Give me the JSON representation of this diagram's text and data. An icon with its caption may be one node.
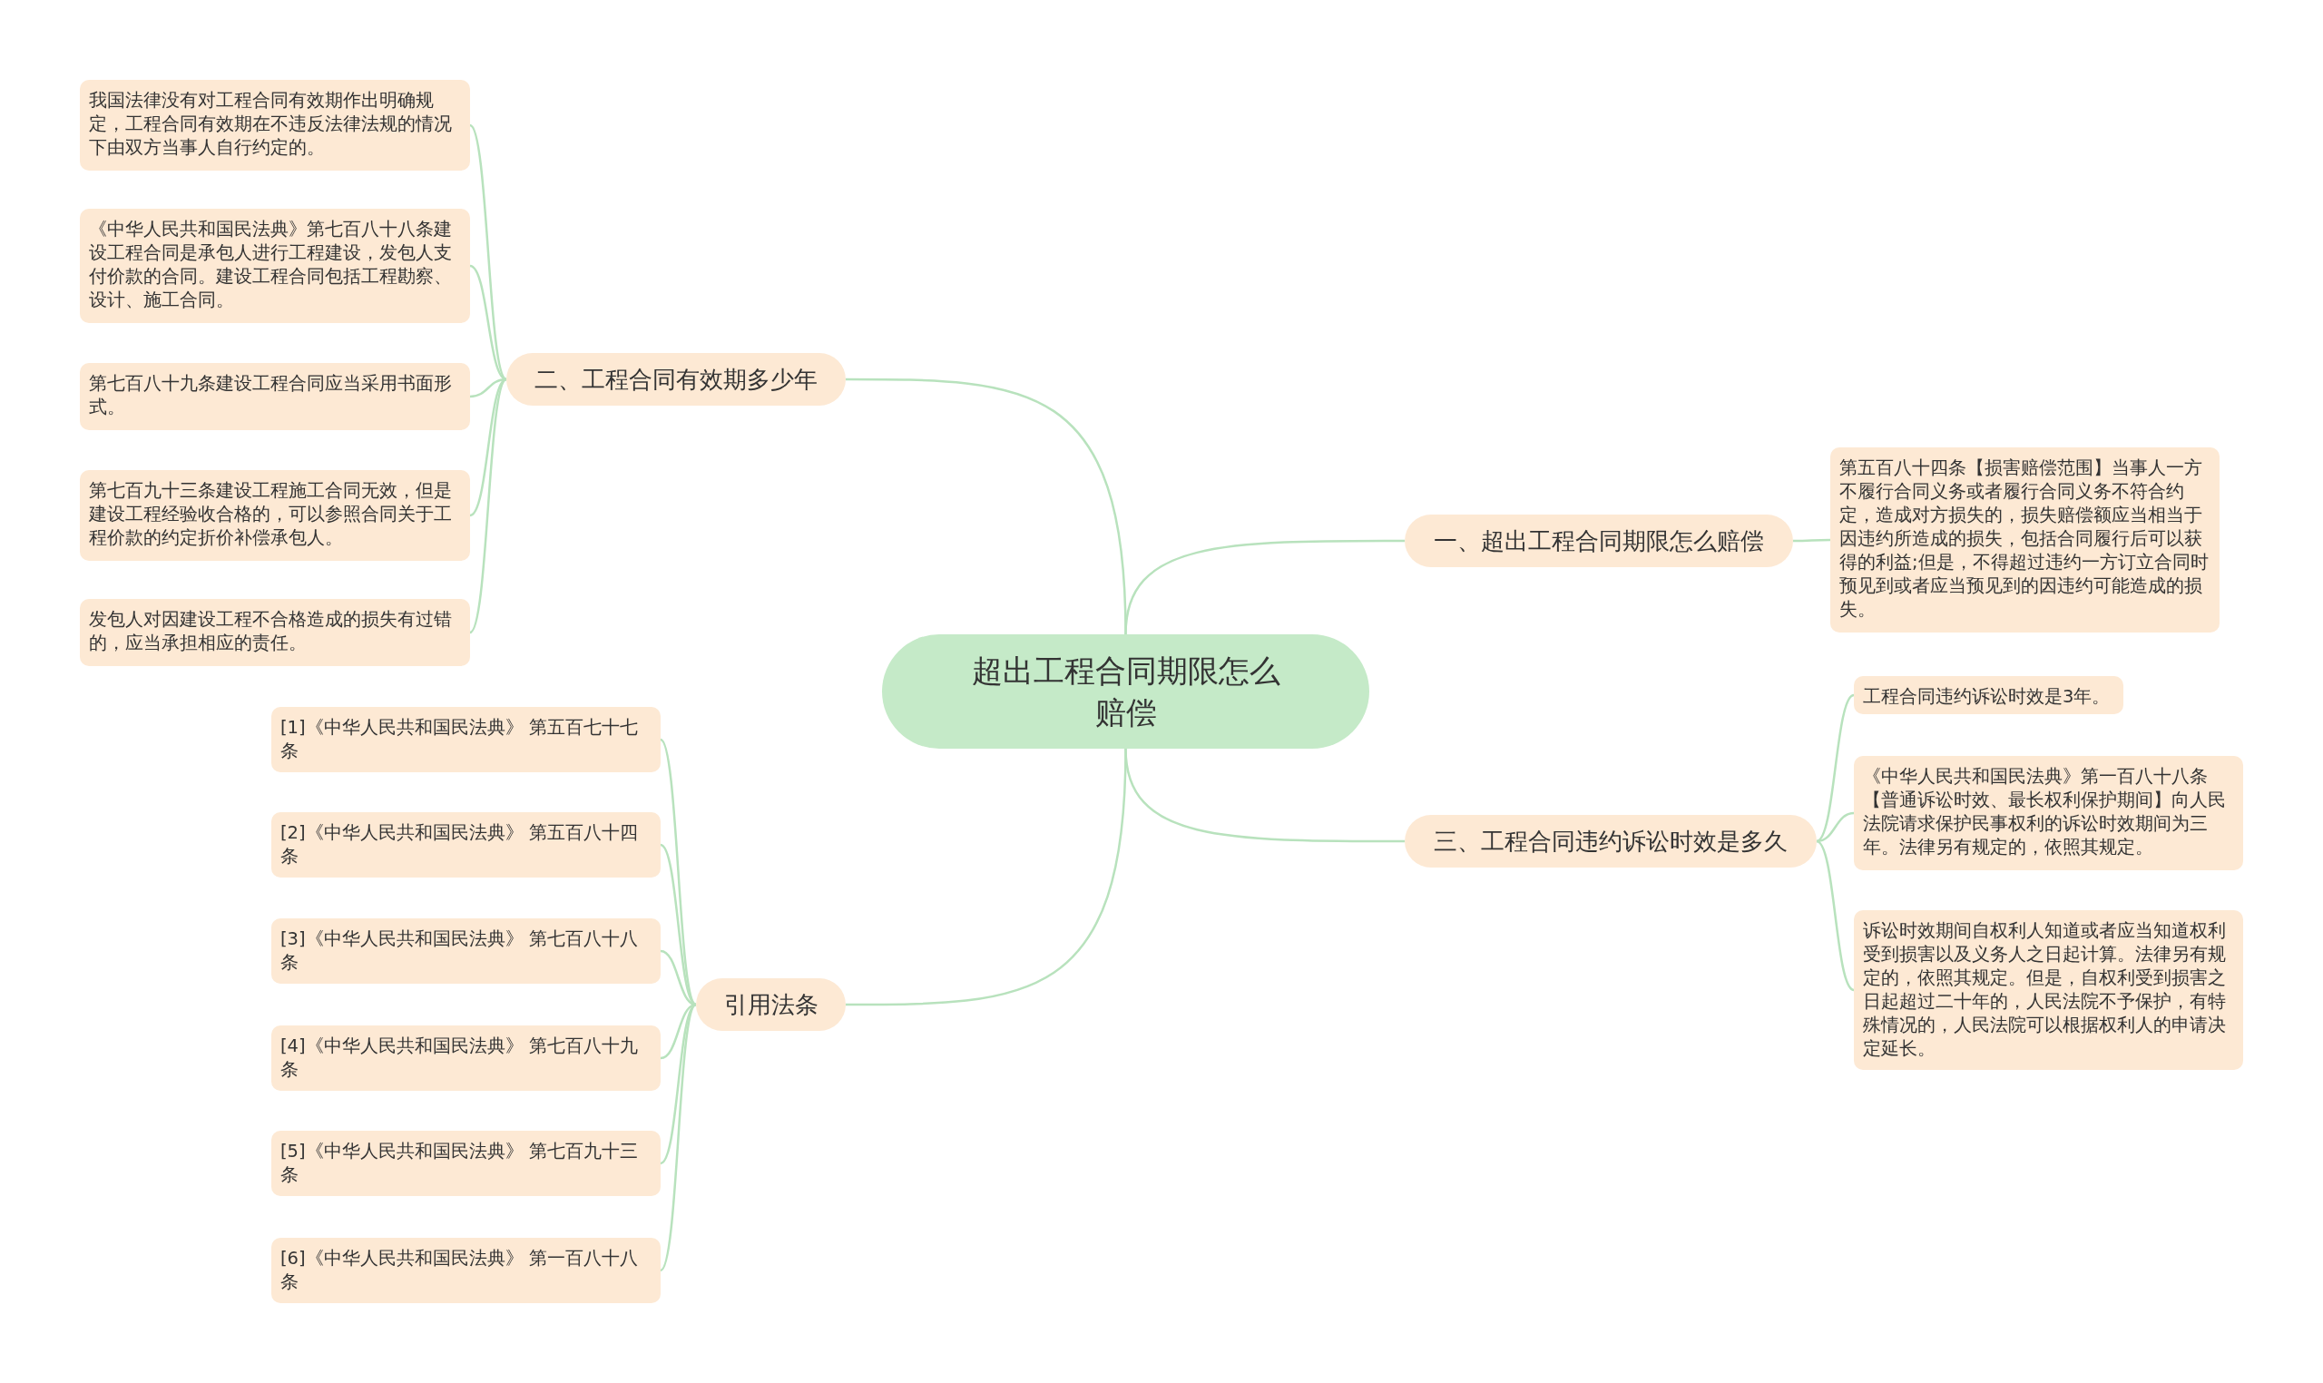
{
  "diagram": {
    "nodes": [
      {
        "text": [
          "超出工程合同期限怎么赔偿"
        ]
      },
      {
        "text": [
          "二、工程合同有效期多少年"
        ]
      },
      {
        "text": [
          "我国法律没有对工程合同有效期作出明确规定，工程合同有效期在不违反法律法规的情况下由双方当事人自行约定的。"
        ]
      },
      {
        "text": [
          "《中华人民共和国民法典》第七百八十八条建设工程合同是承包人进行工程建设，发包人支付价款的合同。建设工程合同包括工程勘察、设计、施工合同。"
        ]
      },
      {
        "text": [
          "第七百八十九条建设工程合同应当采用书面形式。"
        ]
      },
      {
        "text": [
          "第七百九十三条建设工程施工合同无效，但是建设工程经验收合格的，可以参照合同关于工程价款的约定折价补偿承包人。"
        ]
      },
      {
        "text": [
          "发包人对因建设工程不合格造成的损失有过错的，应当承担相应的责任。"
        ]
      },
      {
        "text": [
          "引用法条"
        ]
      },
      {
        "text": [
          "[1]《中华人民共和国民法典》 第五百七十七条"
        ]
      },
      {
        "text": [
          "[2]《中华人民共和国民法典》 第五百八十四条"
        ]
      },
      {
        "text": [
          "[3]《中华人民共和国民法典》 第七百八十八条"
        ]
      },
      {
        "text": [
          "[4]《中华人民共和国民法典》 第七百八十九条"
        ]
      },
      {
        "text": [
          "[5]《中华人民共和国民法典》 第七百九十三条"
        ]
      },
      {
        "text": [
          "[6]《中华人民共和国民法典》 第一百八十八条"
        ]
      },
      {
        "text": [
          "一、超出工程合同期限怎么赔偿"
        ]
      },
      {
        "text": [
          "第五百八十四条【损害赔偿范围】当事人一方不履行合同义务或者履行合同义务不符合约定，造成对方损失的，损失赔偿额应当相当于因违约所造成的损失，包括合同履行后可以获得的利益;但是，不得超过违约一方订立合同时预见到或者应当预见到的因违约可能造成的损失。"
        ]
      },
      {
        "text": [
          "三、工程合同违约诉讼时效是多久"
        ]
      },
      {
        "text": [
          "工程合同违约诉讼时效是3年。"
        ]
      },
      {
        "text": [
          "《中华人民共和国民法典》第一百八十八条【普通诉讼时效、最长权利保护期间】向人民法院请求保护民事权利的诉讼时效期间为三年。法律另有规定的，依照其规定。"
        ]
      },
      {
        "text": [
          "诉讼时效期间自权利人知道或者应当知道权利受到损害以及义务人之日起计算。法律另有规定的，依照其规定。但是，自权利受到损害之日起超过二十年的，人民法院不予保护，有特殊情况的，人民法院可以根据权利人的申请决定延长。"
        ]
      }
    ],
    "edges": [
      {
        "from": 0,
        "to": 1,
        "arrow": "none"
      },
      {
        "from": 1,
        "to": 2,
        "arrow": "none"
      },
      {
        "from": 1,
        "to": 3,
        "arrow": "none"
      },
      {
        "from": 1,
        "to": 4,
        "arrow": "none"
      },
      {
        "from": 1,
        "to": 5,
        "arrow": "none"
      },
      {
        "from": 1,
        "to": 6,
        "arrow": "none"
      },
      {
        "from": 0,
        "to": 7,
        "arrow": "none"
      },
      {
        "from": 7,
        "to": 8,
        "arrow": "none"
      },
      {
        "from": 7,
        "to": 9,
        "arrow": "none"
      },
      {
        "from": 7,
        "to": 10,
        "arrow": "none"
      },
      {
        "from": 7,
        "to": 11,
        "arrow": "none"
      },
      {
        "from": 7,
        "to": 12,
        "arrow": "none"
      },
      {
        "from": 7,
        "to": 13,
        "arrow": "none"
      },
      {
        "from": 0,
        "to": 14,
        "arrow": "none"
      },
      {
        "from": 14,
        "to": 15,
        "arrow": "none"
      },
      {
        "from": 0,
        "to": 16,
        "arrow": "none"
      },
      {
        "from": 16,
        "to": 17,
        "arrow": "none"
      },
      {
        "from": 16,
        "to": 18,
        "arrow": "none"
      },
      {
        "from": 16,
        "to": 19,
        "arrow": "none"
      }
    ]
  }
}
